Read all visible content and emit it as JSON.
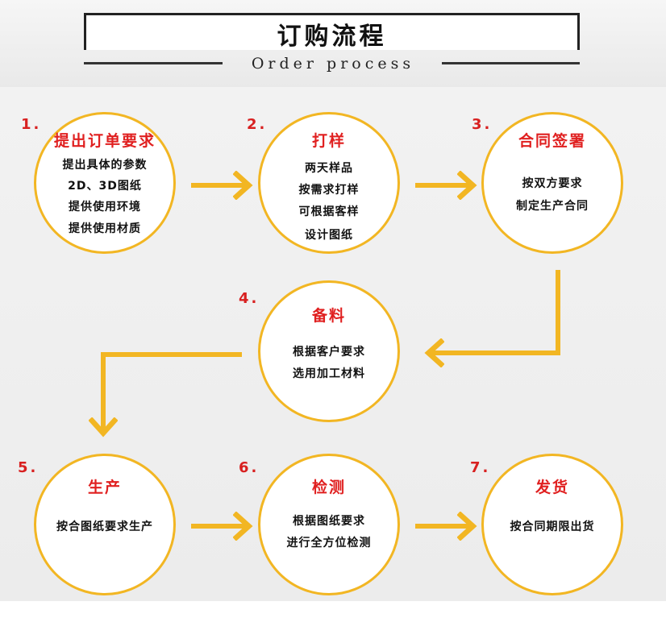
{
  "header": {
    "title": "订购流程",
    "subtitle": "Order process"
  },
  "steps": [
    {
      "number": "1.",
      "title": "提出订单要求",
      "lines": [
        "提出具体的参数",
        "2D、3D图纸",
        "提供使用环境",
        "提供使用材质"
      ]
    },
    {
      "number": "2.",
      "title": "打样",
      "lines": [
        "两天样品",
        "按需求打样",
        "可根据客样",
        "设计图纸"
      ]
    },
    {
      "number": "3.",
      "title": "合同签署",
      "lines": [
        "按双方要求",
        "制定生产合同"
      ]
    },
    {
      "number": "4.",
      "title": "备料",
      "lines": [
        "根据客户要求",
        "选用加工材料"
      ]
    },
    {
      "number": "5.",
      "title": "生产",
      "lines": [
        "按合图纸要求生产"
      ]
    },
    {
      "number": "6.",
      "title": "检测",
      "lines": [
        "根据图纸要求",
        "进行全方位检测"
      ]
    },
    {
      "number": "7.",
      "title": "发货",
      "lines": [
        "按合同期限出货"
      ]
    }
  ],
  "colors": {
    "accent": "#f2b623",
    "title_red": "#e02020",
    "number_red": "#d82020",
    "text": "#111111"
  }
}
